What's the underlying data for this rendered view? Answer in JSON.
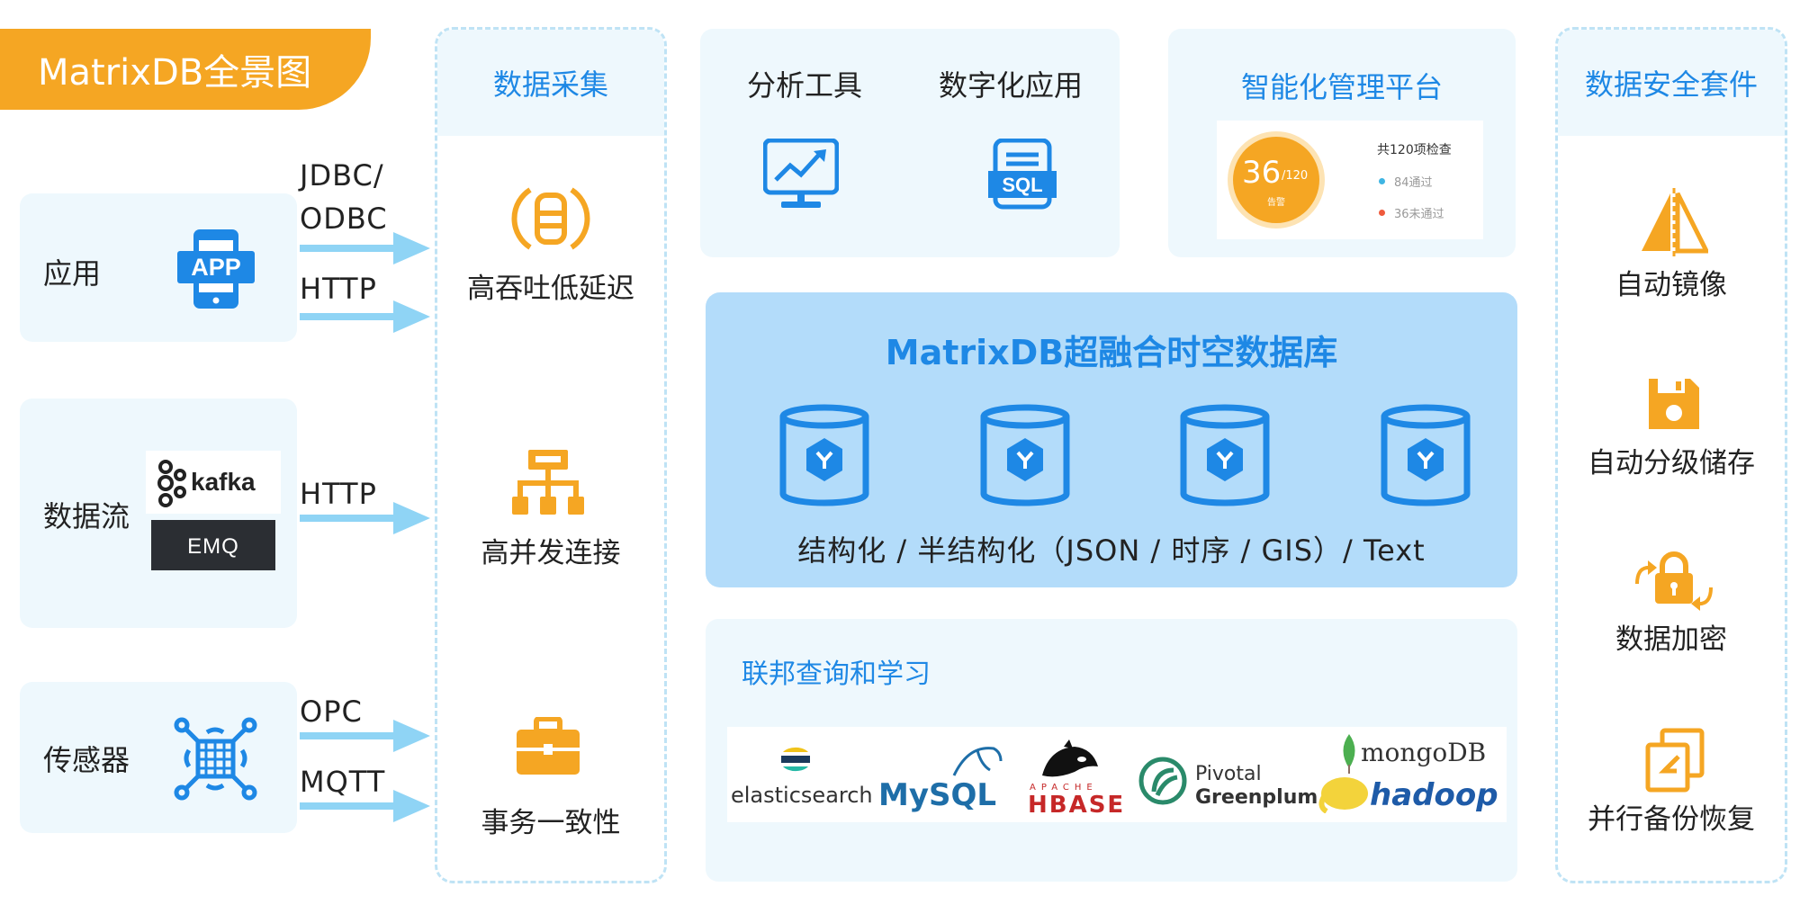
{
  "title": "MatrixDB全景图",
  "sources": [
    {
      "label": "应用",
      "icon": "app-icon",
      "icon_text": "APP"
    },
    {
      "label": "数据流",
      "icon": "kafka-emq-logos",
      "logos": [
        "kafka",
        "EMQ"
      ]
    },
    {
      "label": "传感器",
      "icon": "sensor-chip-icon"
    }
  ],
  "protocols": {
    "jdbc": "JDBC/",
    "odbc": "ODBC",
    "http1": "HTTP",
    "http2": "HTTP",
    "opc": "OPC",
    "mqtt": "MQTT"
  },
  "ingest": {
    "heading": "数据采集",
    "features": [
      "高吞吐低延迟",
      "高并发连接",
      "事务一致性"
    ]
  },
  "tools": {
    "analysis": "分析工具",
    "digital_app": "数字化应用",
    "sql_icon_text": "SQL"
  },
  "mgmt": {
    "heading": "智能化管理平台",
    "score": "36",
    "score_total": "/120",
    "score_sub": "告警",
    "check_title": "共120项检查",
    "passed": "84通过",
    "failed": "36未通过"
  },
  "core": {
    "title": "MatrixDB超融合时空数据库",
    "types": "结构化 / 半结构化（JSON / 时序 / GIS）/ Text"
  },
  "federation": {
    "title": "联邦查询和学习",
    "logos": [
      "elasticsearch",
      "MySQL",
      "APACHE",
      "HBASE",
      "Pivotal",
      "Greenplum",
      "mongoDB",
      "hadoop"
    ]
  },
  "security": {
    "heading": "数据安全套件",
    "features": [
      "自动镜像",
      "自动分级储存",
      "数据加密",
      "并行备份恢复"
    ]
  },
  "colors": {
    "accent_orange": "#f5a623",
    "accent_blue": "#1e88e5",
    "panel_bg": "#eef8fd",
    "core_bg": "#b3dcfa",
    "arrow": "#8fd4f5"
  }
}
